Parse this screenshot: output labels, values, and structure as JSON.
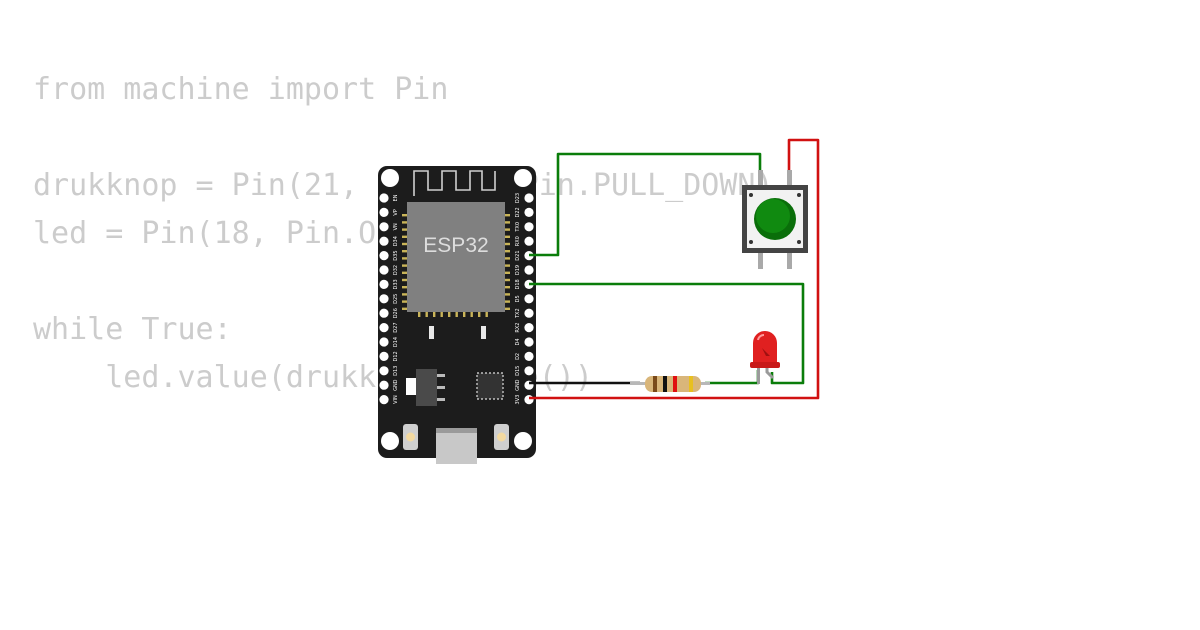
{
  "code": {
    "lines": [
      "from machine import Pin",
      "",
      "drukknop = Pin(21, Pin.IN, Pin.PULL_DOWN)",
      "led = Pin(18, Pin.OUT)",
      "",
      "while True:",
      "    led.value(drukknop.value())"
    ]
  },
  "board": {
    "chip_label": "ESP32",
    "left_pins": [
      "EN",
      "VP",
      "VN",
      "D34",
      "D35",
      "D32",
      "D33",
      "D25",
      "D26",
      "D27",
      "D14",
      "D12",
      "D13",
      "GND",
      "VIN"
    ],
    "right_pins": [
      "D23",
      "D22",
      "TX0",
      "RX0",
      "D21",
      "D19",
      "D18",
      "D5",
      "TX2",
      "RX2",
      "D4",
      "D2",
      "D15",
      "GND",
      "3V3"
    ]
  },
  "colors": {
    "board": "#1c1c1c",
    "chip": "#808080",
    "wire_signal": "#0a7d0a",
    "wire_power": "#d11111",
    "wire_ground": "#111111",
    "button_cap": "#0a7a0a",
    "led": "#e02020"
  }
}
